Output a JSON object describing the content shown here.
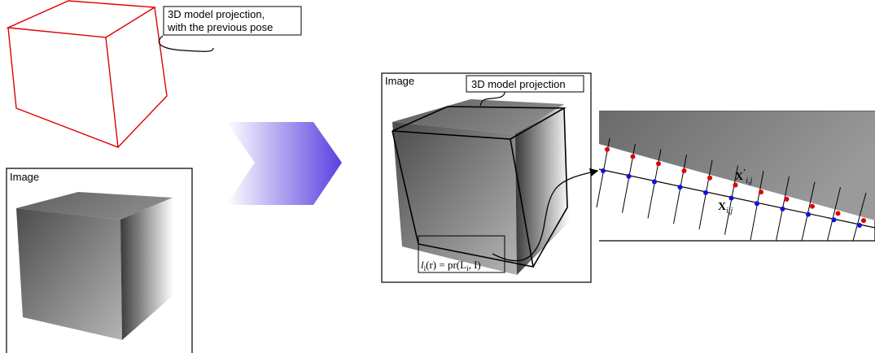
{
  "annotations": {
    "projection_previous_line1": "3D model projection,",
    "projection_previous_line2": "with the previous pose",
    "image_label_left": "Image",
    "image_label_right": "Image",
    "projection_current": "3D model projection"
  },
  "math": {
    "line_profile": "l_i(r) = pr(L_i, I)",
    "profile_lhs_l": "l",
    "profile_lhs_sub": "i",
    "profile_lhs_arg": "(r) = pr(L",
    "profile_rhs_sub": "i",
    "profile_rhs_end": ", I)",
    "edge_point": "X'_{i,j}",
    "edge_point_X": "X",
    "edge_point_prime": "′",
    "edge_point_sub": "i,j",
    "sample_point": "X_{i,j}",
    "sample_point_X": "X",
    "sample_point_sub": "i,j"
  },
  "colors": {
    "wireframe": "#e00000",
    "arrow_start": "#ffffff",
    "arrow_end": "#5a3fe0",
    "edge_point": "#e00000",
    "sample_point": "#1010e0"
  }
}
